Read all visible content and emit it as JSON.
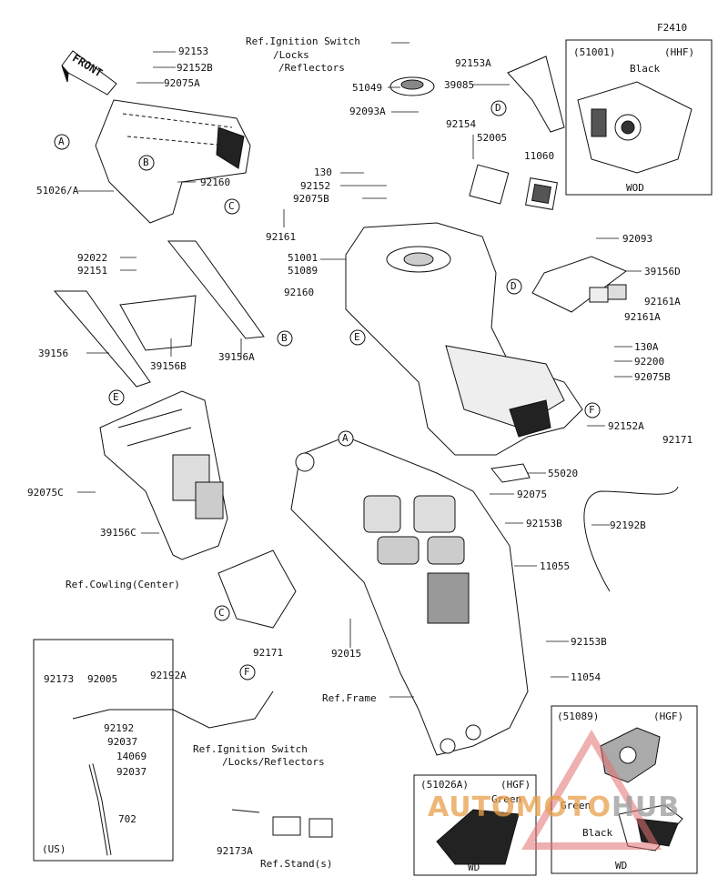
{
  "figure_code": "F2410",
  "front_arrow_label": "FRONT",
  "labels": {
    "ref_ignition_top": "Ref.Ignition Switch",
    "ref_ignition_top2": "/Locks",
    "ref_ignition_top3": "/Reflectors",
    "ref_cowling": "Ref.Cowling(Center)",
    "ref_frame": "Ref.Frame",
    "ref_ignition_bottom": "Ref.Ignition Switch",
    "ref_ignition_bottom2": "/Locks/Reflectors",
    "ref_stand": "Ref.Stand(s)"
  },
  "part_numbers": {
    "p92153": "92153",
    "p92152B": "92152B",
    "p92075A": "92075A",
    "p51026A": "51026/A",
    "p92160a": "92160",
    "p92022": "92022",
    "p92151": "92151",
    "p39156": "39156",
    "p39156B": "39156B",
    "p39156A": "39156A",
    "p92153A": "92153A",
    "p51049": "51049",
    "p92093A": "92093A",
    "p39085": "39085",
    "p92154": "92154",
    "p52005": "52005",
    "p11060": "11060",
    "p130": "130",
    "p92152": "92152",
    "p92075B": "92075B",
    "p92161": "92161",
    "p51001": "51001",
    "p51089": "51089",
    "p92160b": "92160",
    "p92093": "92093",
    "p39156D": "39156D",
    "p92161Aa": "92161A",
    "p92161Ab": "92161A",
    "p130A": "130A",
    "p92200": "92200",
    "p92075B2": "92075B",
    "p92152A": "92152A",
    "p92171a": "92171",
    "p55020": "55020",
    "p92075": "92075",
    "p92075C": "92075C",
    "p39156C": "39156C",
    "p92153B": "92153B",
    "p92192B": "92192B",
    "p11055": "11055",
    "p92015": "92015",
    "p92153B2": "92153B",
    "p11054": "11054",
    "p92171b": "92171",
    "p92173": "92173",
    "p92005": "92005",
    "p92192A": "92192A",
    "p92192": "92192",
    "p92037a": "92037",
    "p14069": "14069",
    "p92037b": "92037",
    "p702": "702",
    "p92173A": "92173A"
  },
  "callouts": {
    "A": "A",
    "B": "B",
    "C": "C",
    "D": "D",
    "E": "E",
    "F": "F"
  },
  "inset_top": {
    "code": "(51001)",
    "variant": "(HHF)",
    "color": "Black",
    "footer": "WOD"
  },
  "inset_bottom_left": {
    "code": "(51026A)",
    "variant": "(HGF)",
    "color": "Green",
    "footer": "WD"
  },
  "inset_bottom_right": {
    "code": "(51089)",
    "variant": "(HGF)",
    "color1": "Green",
    "color2": "Black",
    "footer": "WD"
  },
  "us_box_label": "(US)",
  "watermark": {
    "part1": "AUTOMOTO",
    "part2": "HUB"
  }
}
